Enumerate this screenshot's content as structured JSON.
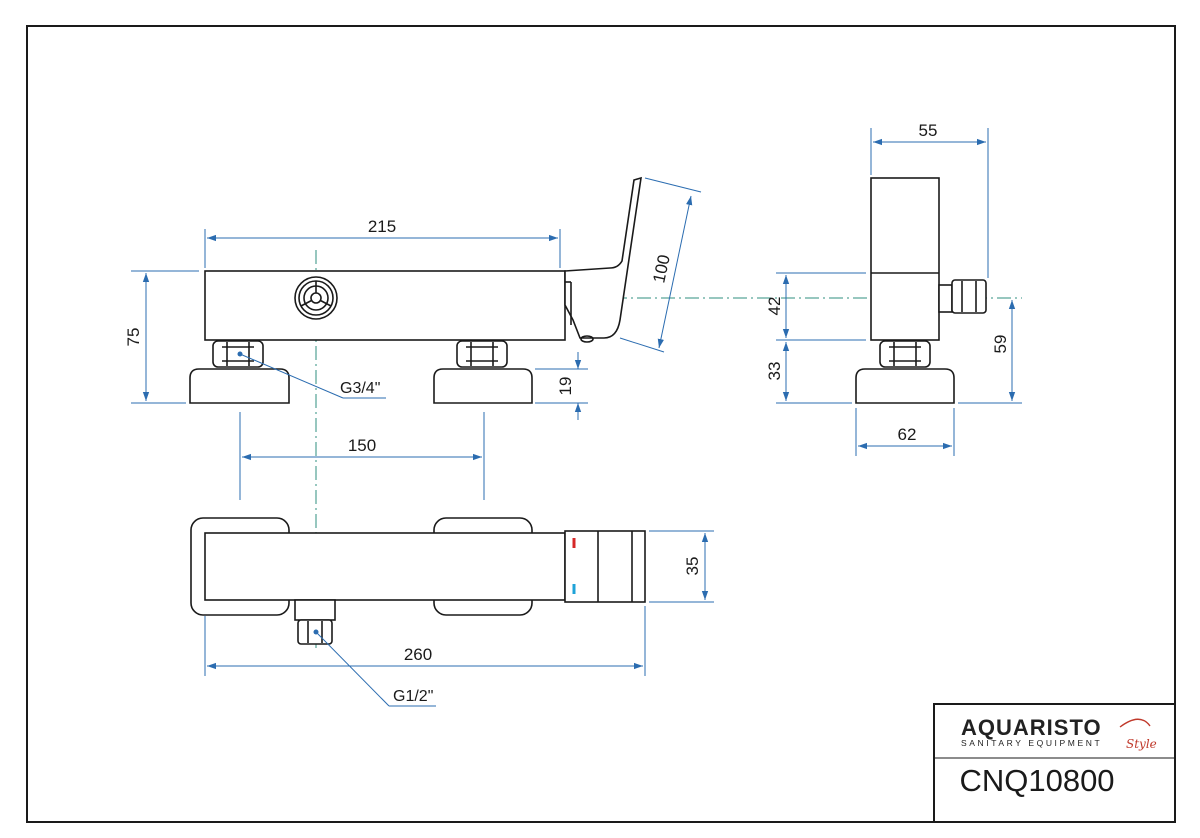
{
  "colors": {
    "outline": "#1a1a1a",
    "dimension": "#2b6cb0",
    "centerline": "#2f8f7f",
    "hot": "#d62828",
    "cold": "#1fa3d8",
    "brand_accent": "#c0392b"
  },
  "dimensions": {
    "body_length": "215",
    "handle_length": "100",
    "side_depth": "55",
    "total_height": "75",
    "upper_height": "42",
    "lower_height": "33",
    "outlet_height": "59",
    "base_height": "19",
    "connection_spacing": "150",
    "base_width": "62",
    "top_depth": "35",
    "overall_length": "260"
  },
  "threads": {
    "inlet": "G3/4\"",
    "outlet": "G1/2\""
  },
  "title_block": {
    "brand": "AQUARISTO",
    "subtitle": "SANITARY EQUIPMENT",
    "brand_style": "Style",
    "product_code": "CNQ10800"
  }
}
